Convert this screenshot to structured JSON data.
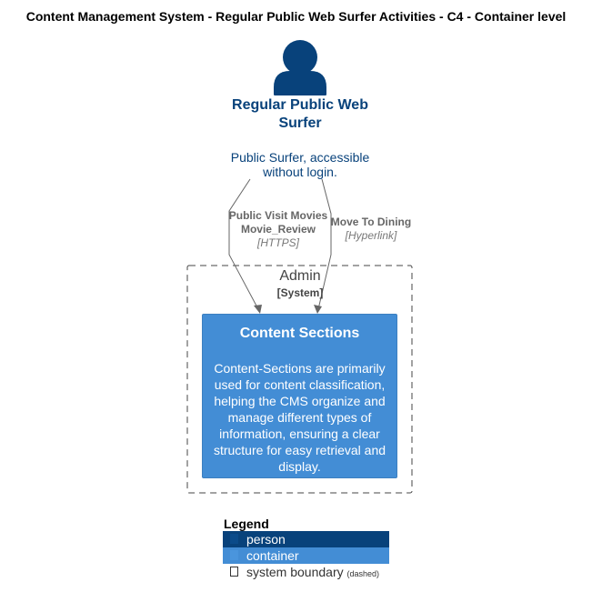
{
  "title": "Content Management System - Regular Public Web Surfer Activities - C4 - Container level",
  "person": {
    "icon": "person-icon",
    "name_line1": "Regular Public Web",
    "name_line2": "Surfer",
    "desc_line1": "Public Surfer, accessible",
    "desc_line2": "without login.",
    "color": "#08427b"
  },
  "relationships": [
    {
      "line1": "Public Visit Movies",
      "line2": "Movie_Review",
      "technology": "[HTTPS]"
    },
    {
      "line1": "Move To Dining",
      "technology": "[Hyperlink]"
    }
  ],
  "boundary": {
    "name": "Admin",
    "type": "[System]"
  },
  "container": {
    "name": "Content Sections",
    "description": "Content-Sections are primarily used for content classification, helping the CMS organize and manage different types of information, ensuring a clear structure for easy retrieval and display.",
    "color": "#438dd5"
  },
  "legend": {
    "title": "Legend",
    "items": [
      {
        "label": "person",
        "color": "#08427b"
      },
      {
        "label": "container",
        "color": "#438dd5"
      },
      {
        "label": "system boundary",
        "note": "(dashed)"
      }
    ]
  }
}
